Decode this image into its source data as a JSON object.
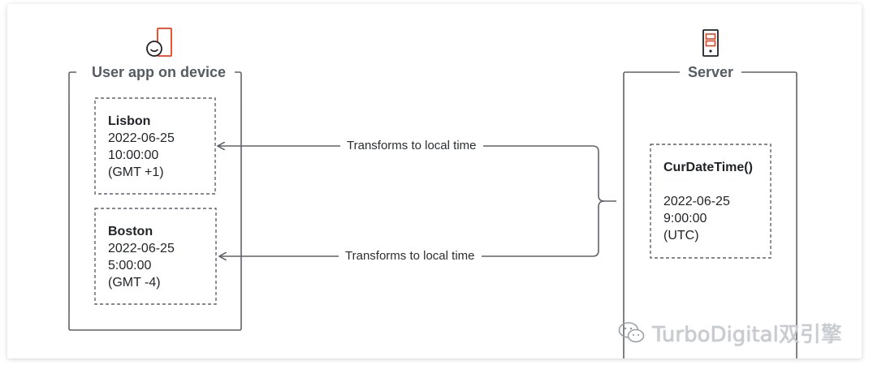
{
  "groups": {
    "device": {
      "title": "User app on device"
    },
    "server": {
      "title": "Server"
    }
  },
  "boxes": {
    "lisbon": {
      "city": "Lisbon",
      "date": "2022-06-25",
      "time": "10:00:00",
      "zone": "(GMT +1)"
    },
    "boston": {
      "city": "Boston",
      "date": "2022-06-25",
      "time": "5:00:00",
      "zone": "(GMT -4)"
    },
    "server_fn": {
      "func": "CurDateTime()",
      "date": "2022-06-25",
      "time": "9:00:00",
      "zone": "(UTC)"
    }
  },
  "edges": {
    "to_lisbon": "Transforms to local time",
    "to_boston": "Transforms to local time"
  },
  "icons": {
    "device": "phone-user-icon",
    "server": "server-icon",
    "watermark": "wechat-icon"
  },
  "colors": {
    "accent": "#e8401c",
    "line": "#5f646b",
    "text": "#1f2328"
  },
  "watermark": {
    "text": "TurboDigital双引擎"
  }
}
